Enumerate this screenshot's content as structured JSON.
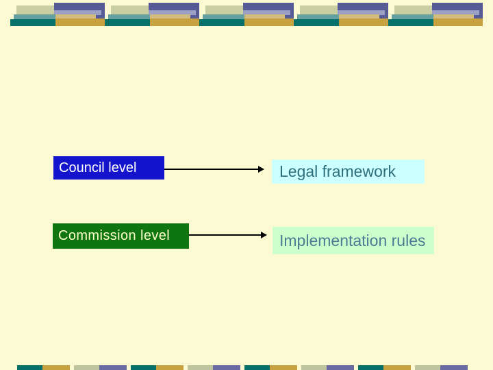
{
  "slide": {
    "background": "#FBFAD2",
    "rows": [
      {
        "source": {
          "label": "Council level",
          "bg": "#1414CC",
          "fg": "#FFFFFF"
        },
        "target": {
          "label": "Legal framework",
          "bg": "#CCFFFF",
          "fg": "#2E6F7C"
        }
      },
      {
        "source": {
          "label": "Commission level",
          "bg": "#0F750F",
          "fg": "#FFFFCC"
        },
        "target": {
          "label": "Implementation rules",
          "bg": "#CCFFCC",
          "fg": "#4C7B93"
        }
      }
    ],
    "arrow_color": "#000000"
  },
  "decor": {
    "palette": {
      "sage": "#C9CFA3",
      "light_teal": "#64A19E",
      "dark_teal": "#06716B",
      "dark_blue": "#565A96",
      "light_purple": "#9BA0C4",
      "tan": "#D2BB7F",
      "gold": "#C8A23E",
      "bottom_sage": "#BDC49E",
      "bottom_purple": "#6B6BA3"
    },
    "top_group_count": 5,
    "bottom_pattern": [
      "dark_teal",
      "gold",
      "bottom_sage",
      "bottom_purple"
    ],
    "bottom_repeats": 4
  }
}
